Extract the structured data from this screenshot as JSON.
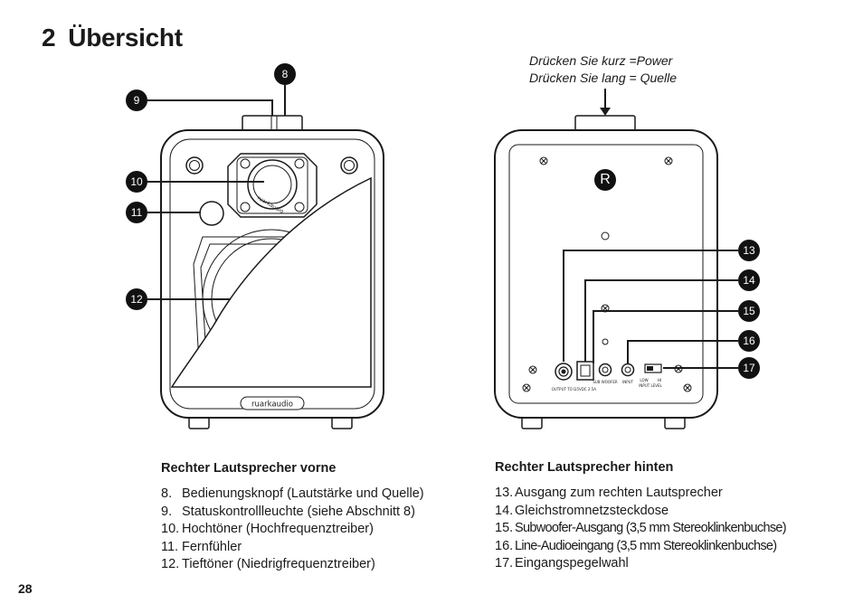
{
  "page": {
    "title_number": "2",
    "title": "Übersicht",
    "page_number": "28"
  },
  "press_note": {
    "line1": "Drücken Sie kurz =Power",
    "line2": "Drücken Sie lang = Quelle"
  },
  "callouts": {
    "c8": "8",
    "c9": "9",
    "c10": "10",
    "c11": "11",
    "c12": "12",
    "c13": "13",
    "c14": "14",
    "c15": "15",
    "c16": "16",
    "c17": "17",
    "r": "R"
  },
  "speaker_labels": {
    "brand_badge": "ruarkaudio",
    "tweeter_brand": "ruarkaudio",
    "output_jack": "OUTPUT TO L",
    "dc_input": "15VDC 2.5A",
    "sub_out": "SUB WOOFER",
    "input": "INPUT",
    "level_low": "LOW",
    "level_hi": "HI",
    "level_caption": "INPUT LEVEL"
  },
  "front_section": {
    "heading": "Rechter Lautsprecher vorne",
    "items": [
      {
        "num": "8.",
        "text": "Bedienungsknopf (Lautstärke und Quelle)"
      },
      {
        "num": "9.",
        "text": "Statuskontrollleuchte (siehe Abschnitt 8)"
      },
      {
        "num": "10.",
        "text": "Hochtöner (Hochfrequenztreiber)"
      },
      {
        "num": "11.",
        "text": "Fernfühler"
      },
      {
        "num": "12.",
        "text": "Tieftöner (Niedrigfrequenztreiber)"
      }
    ]
  },
  "back_section": {
    "heading": "Rechter Lautsprecher hinten",
    "items": [
      {
        "num": "13.",
        "text": "Ausgang zum rechten Lautsprecher"
      },
      {
        "num": "14.",
        "text": "Gleichstromnetzsteckdose"
      },
      {
        "num": "15.",
        "text": "Subwoofer-Ausgang (3,5 mm Stereoklinkenbuchse)"
      },
      {
        "num": "16.",
        "text": "Line-Audioeingang (3,5 mm Stereoklinkenbuchse)"
      },
      {
        "num": "17.",
        "text": "Eingangspegelwahl"
      }
    ]
  }
}
